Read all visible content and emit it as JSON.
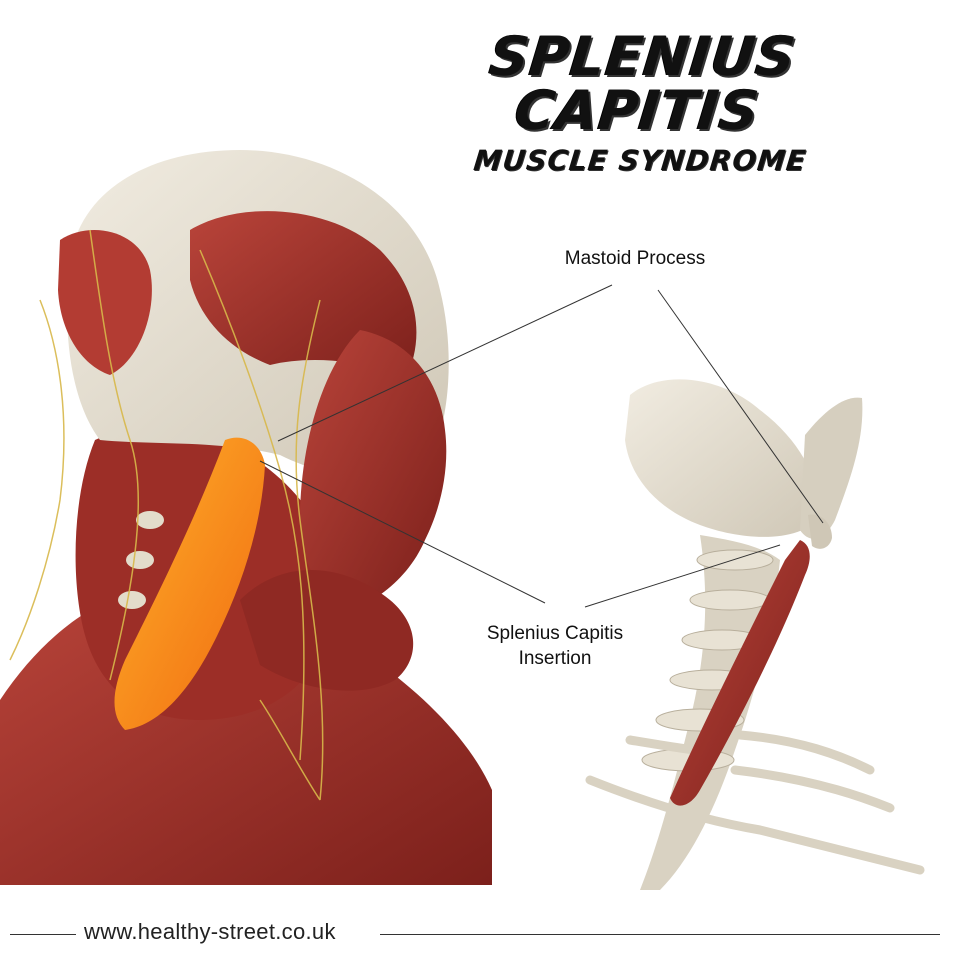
{
  "header": {
    "title": "SPLENIUS CAPITIS",
    "subtitle": "MUSCLE SYNDROME"
  },
  "labels": {
    "mastoid_process": "Mastoid Process",
    "splenius_insertion_line1": "Splenius Capitis",
    "splenius_insertion_line2": "Insertion"
  },
  "footer": {
    "url": "www.healthy-street.co.uk"
  },
  "colors": {
    "muscle": "#a8342c",
    "muscle_dark": "#7a1f1a",
    "highlight_muscle": "#f28a1a",
    "bone": "#e6e0d2",
    "nerve": "#d8b84a",
    "text": "#111111"
  }
}
